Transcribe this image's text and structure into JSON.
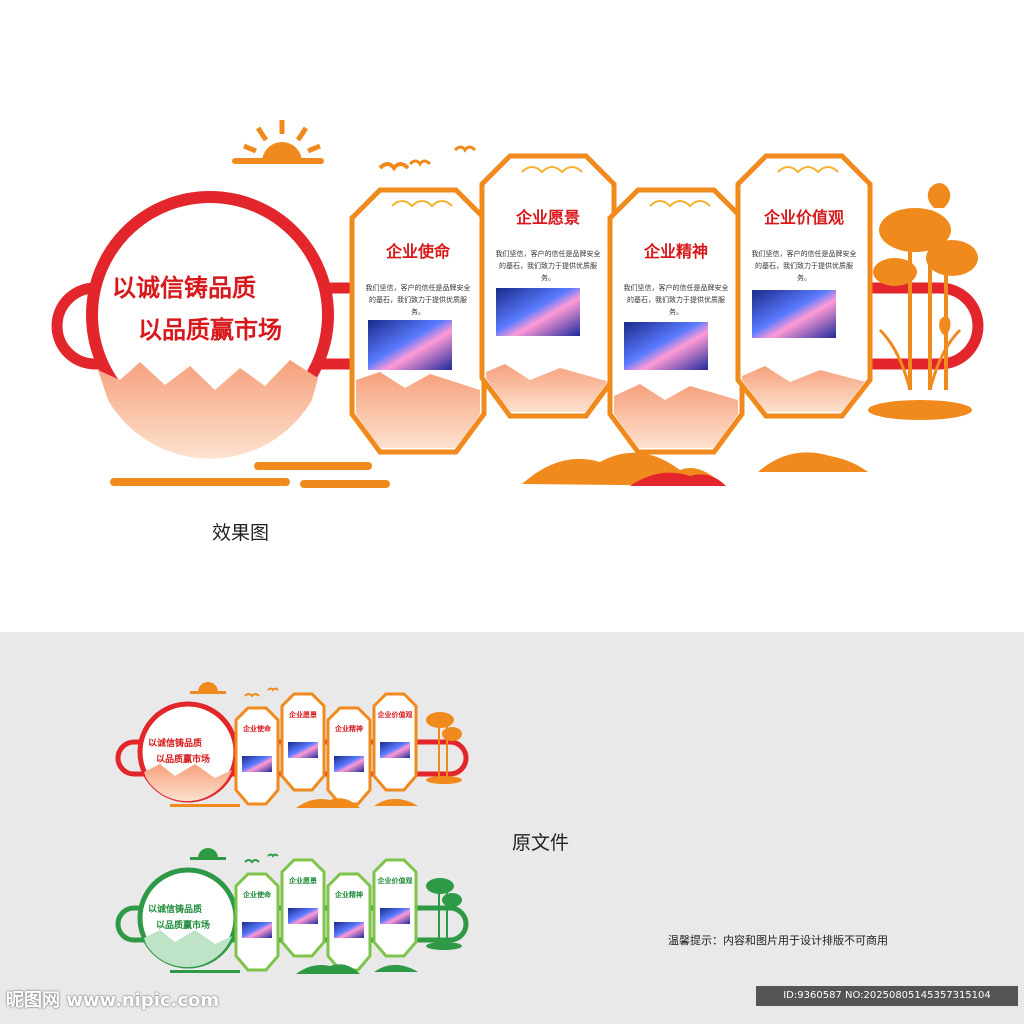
{
  "main_display": {
    "slogan_line1": "以诚信铸品质",
    "slogan_line2": "以品质赢市场",
    "cards": [
      {
        "title": "企业使命",
        "body": "我们坚信，客户的信任是品牌安全的基石，我们致力于提供优质服务。"
      },
      {
        "title": "企业愿景",
        "body": "我们坚信，客户的信任是品牌安全的基石，我们致力于提供优质服务。"
      },
      {
        "title": "企业精神",
        "body": "我们坚信，客户的信任是品牌安全的基石，我们致力于提供优质服务。"
      },
      {
        "title": "企业价值观",
        "body": "我们坚信，客户的信任是品牌安全的基石，我们致力于提供优质服务。"
      }
    ],
    "caption": "效果图"
  },
  "source_files": {
    "caption": "原文件",
    "red_version": {
      "slogan_line1": "以诚信铸品质",
      "slogan_line2": "以品质赢市场",
      "titles": [
        "企业使命",
        "企业愿景",
        "企业精神",
        "企业价值观"
      ]
    },
    "green_version": {
      "slogan_line1": "以诚信铸品质",
      "slogan_line2": "以品质赢市场",
      "titles": [
        "企业使命",
        "企业愿景",
        "企业精神",
        "企业价值观"
      ]
    }
  },
  "notice": "温馨提示：内容和图片用于设计排版不可商用",
  "watermark": {
    "site": "昵图网 www.nipic.com",
    "id": "ID:9360587 NO:20250805145357315104"
  },
  "colors": {
    "red": "#e3262b",
    "orange": "#f08a1c",
    "green": "#2e9a46",
    "background_bottom": "#e9e9e9"
  }
}
